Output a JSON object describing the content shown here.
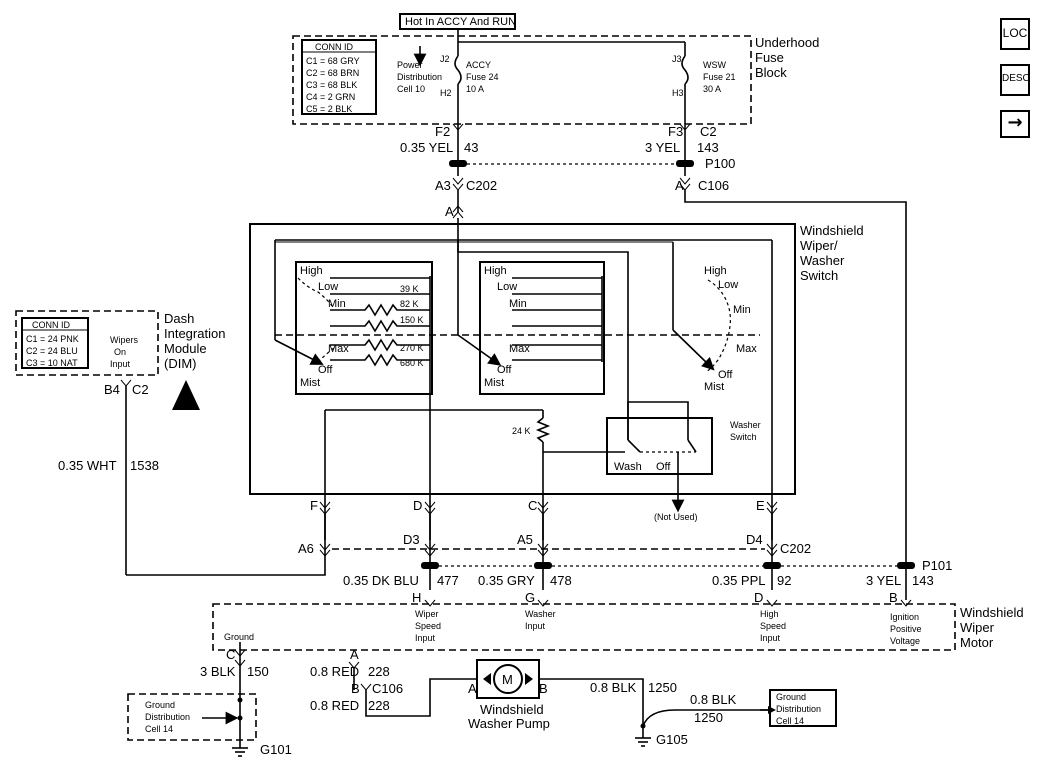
{
  "hot_label": "Hot In ACCY And RUN",
  "fuse_block": {
    "title": [
      "Underhood",
      "Fuse",
      "Block"
    ],
    "conn_id_title": "CONN ID",
    "conn_ids": [
      "C1 = 68 GRY",
      "C2 = 68 BRN",
      "C3 = 68 BLK",
      "C4 = 2 GRN",
      "C5 = 2 BLK"
    ],
    "power_dist": [
      "Power",
      "Distribution",
      "Cell 10"
    ],
    "j2": "J2",
    "h2": "H2",
    "j3": "J3",
    "h3": "H3",
    "accy_fuse": [
      "ACCY",
      "Fuse 24",
      "10 A"
    ],
    "wsw_fuse": [
      "WSW",
      "Fuse 21",
      "30 A"
    ]
  },
  "side_buttons": {
    "loc": "LOC",
    "desc": "DESC",
    "arrow": "→"
  },
  "wires_top": {
    "f2": "F2",
    "f2_wire": "0.35 YEL",
    "f2_circuit": "43",
    "f3": "F3",
    "c2": "C2",
    "f3_wire": "3 YEL",
    "f3_circuit": "143",
    "p100": "P100",
    "a3": "A3",
    "c202": "C202",
    "a": "A",
    "c106": "C106",
    "a_sw": "A"
  },
  "switch": {
    "title": [
      "Windshield",
      "Wiper/",
      "Washer",
      "Switch"
    ],
    "positions_left": [
      "High",
      "Low",
      "Min",
      "Max",
      "Off",
      "Mist"
    ],
    "resistors": [
      "39 K",
      "82 K",
      "150 K",
      "270 K",
      "680 K"
    ],
    "positions_mid": [
      "High",
      "Low",
      "Min",
      "Max",
      "Off",
      "Mist"
    ],
    "positions_right": [
      "High",
      "Low",
      "Min",
      "Max",
      "Off",
      "Mist"
    ],
    "res_24k": "24 K",
    "washer_switch": [
      "Washer",
      "Switch"
    ],
    "wash": "Wash",
    "off": "Off",
    "not_used": "(Not Used)",
    "pins": [
      "F",
      "D",
      "C",
      "E"
    ]
  },
  "dim": {
    "conn_id_title": "CONN ID",
    "conn_ids": [
      "C1 = 24 PNK",
      "C2 = 24 BLU",
      "C3 = 10 NAT"
    ],
    "input": [
      "Wipers",
      "On",
      "Input"
    ],
    "title": [
      "Dash",
      "Integration",
      "Module",
      "(DIM)"
    ],
    "b4": "B4",
    "c2": "C2",
    "wire": "0.35 WHT",
    "circuit": "1538"
  },
  "c202_row": {
    "a6": "A6",
    "d3": "D3",
    "a5": "A5",
    "d4": "D4",
    "c202": "C202",
    "p101": "P101"
  },
  "motor_wires": [
    {
      "wire": "0.35 DK BLU",
      "circuit": "477",
      "pin": "H"
    },
    {
      "wire": "0.35 GRY",
      "circuit": "478",
      "pin": "G"
    },
    {
      "wire": "0.35 PPL",
      "circuit": "92",
      "pin": "D"
    },
    {
      "wire": "3 YEL",
      "circuit": "143",
      "pin": "B"
    }
  ],
  "motor": {
    "title": [
      "Windshield",
      "Wiper",
      "Motor"
    ],
    "ground": "Ground",
    "inputs": [
      [
        "Wiper",
        "Speed",
        "Input"
      ],
      [
        "Washer",
        "Input"
      ],
      [
        "High",
        "Speed",
        "Input"
      ],
      [
        "Ignition",
        "Positive",
        "Voltage"
      ]
    ]
  },
  "ground_left": {
    "c": "C",
    "wire": "3 BLK",
    "circuit": "150",
    "cell": [
      "Ground",
      "Distribution",
      "Cell 14"
    ],
    "g": "G101"
  },
  "pump": {
    "a_top": "A",
    "wire1": "0.8 RED",
    "circuit1": "228",
    "b": "B",
    "c106": "C106",
    "wire2": "0.8 RED",
    "circuit2": "228",
    "pin_a": "A",
    "pin_b": "B",
    "m": "M",
    "title": [
      "Windshield",
      "Washer Pump"
    ],
    "wire3": "0.8 BLK",
    "circuit3": "1250",
    "wire4": "0.8 BLK",
    "circuit4": "1250",
    "g": "G105",
    "cell": [
      "Ground",
      "Distribution",
      "Cell 14"
    ]
  }
}
